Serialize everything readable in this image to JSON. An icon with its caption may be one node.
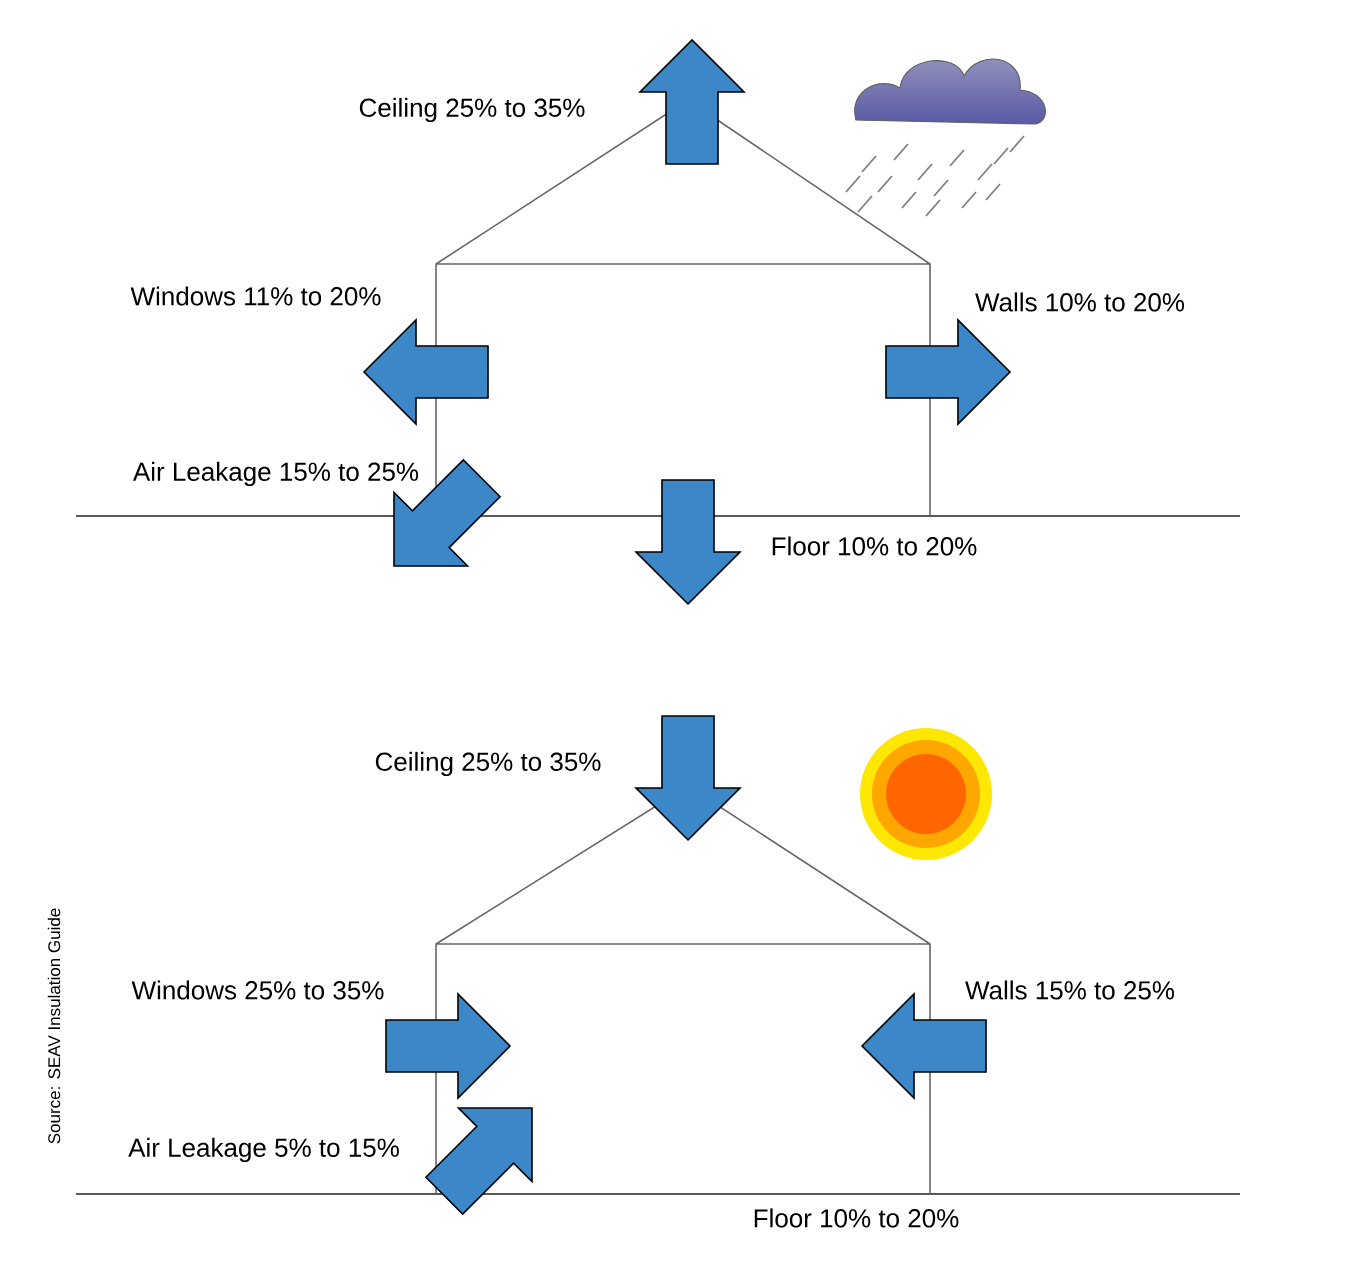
{
  "diagram": {
    "labels": [
      "Ceiling 25% to 35%",
      "Windows 11% to 20%",
      "Walls 10% to 20%",
      "Air Leakage 15% to 25%",
      "Floor 10% to 20%",
      "Ceiling 25% to 35%",
      "Windows 25% to 35%",
      "Walls 15% to 25%",
      "Air Leakage 5% to 15%",
      "Floor 10% to 20%",
      "Source: SEAV Insulation Guide"
    ]
  }
}
